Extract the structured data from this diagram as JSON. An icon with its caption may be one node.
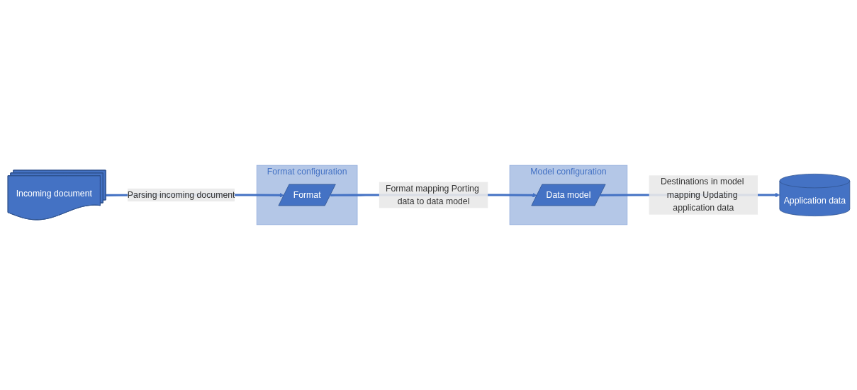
{
  "diagram": {
    "nodes": [
      {
        "text": [
          "Application data"
        ]
      },
      {
        "text": [
          "Model configuration"
        ]
      },
      {
        "text": [
          "Data model"
        ],
        "in": 1
      },
      {
        "text": [
          "Incoming document"
        ]
      },
      {
        "text": [
          "Format configuration"
        ]
      },
      {
        "text": [
          "Format"
        ],
        "in": 4
      }
    ],
    "edges": [
      {
        "from": 2,
        "to": 0,
        "arrow": "to",
        "label": "Destinations in model mapping Updating application data"
      },
      {
        "from": 3,
        "to": 5,
        "arrow": "to",
        "label": "Parsing incoming document"
      },
      {
        "from": 5,
        "to": 2,
        "arrow": "to",
        "label": "Format mapping Porting data to data model"
      }
    ]
  }
}
